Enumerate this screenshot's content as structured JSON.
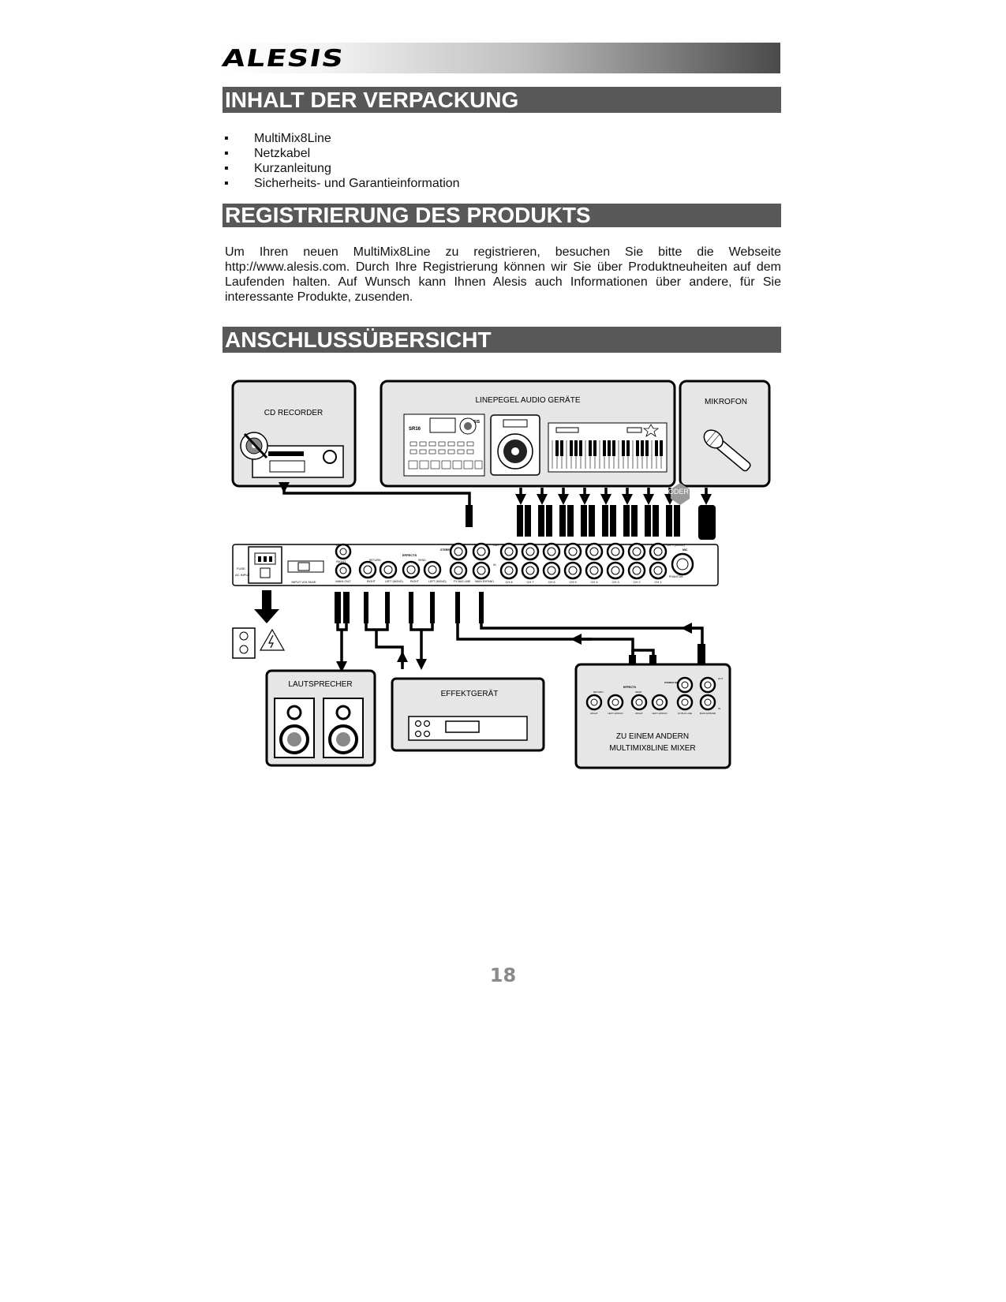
{
  "brand": {
    "logo_text": "ALESIS"
  },
  "sections": {
    "contents": {
      "heading": "INHALT DER VERPACKUNG",
      "items": [
        {
          "bullet": "▪",
          "text": "MultiMix8Line"
        },
        {
          "bullet": "▪",
          "text": "Netzkabel"
        },
        {
          "bullet": "▪",
          "text": "Kurzanleitung"
        },
        {
          "bullet": "▪",
          "text": "Sicherheits- und Garantieinformation"
        }
      ]
    },
    "registration": {
      "heading": "REGISTRIERUNG DES PRODUKTS",
      "text": "Um Ihren neuen MultiMix8Line zu registrieren, besuchen Sie bitte die Webseite http://www.alesis.com.  Durch Ihre Registrierung können wir Sie über Produktneuheiten auf dem Laufenden halten.  Auf Wunsch kann Ihnen Alesis auch Informationen über andere, für Sie interessante Produkte, zusenden."
    },
    "overview": {
      "heading": "ANSCHLUSSÜBERSICHT"
    }
  },
  "diagram": {
    "boxes": {
      "cd_recorder": "CD RECORDER",
      "line_devices": "LINEPEGEL AUDIO GERÄTE",
      "microphone": "MIKROFON",
      "speakers": "LAUTSPRECHER",
      "effects_unit": "EFFEKTGERÄT",
      "other_mixer_line1": "ZU EINEM ANDERN",
      "other_mixer_line2": "MULTIMIX8LINE MIXER"
    },
    "oder_label": "ODER",
    "drum_logo": "ALESIS",
    "drum_model": "SR16",
    "panel_labels": {
      "fuse": "FUSE",
      "ac_input": "AC INPUT",
      "input_voltage": "INPUT VOLTAGE",
      "main_out": "MAIN OUT",
      "effects": "EFFECTS",
      "return": "RETURN",
      "send": "SEND",
      "right_a": "RIGHT",
      "left_mono_a": "LEFT (MONO)",
      "right_b": "RIGHT",
      "left_mono_b": "LEFT (MONO)",
      "stereo_monitor": "STEREO MONITOR",
      "out": "OUT",
      "in": "IN",
      "fx_bus_line": "FX BUS LINE",
      "main_expand": "MAIN EXPAND",
      "left_top": "LEFT",
      "right_bottom": "RIGHT",
      "left_mono_ch1": "LEFT (MONO)",
      "mic": "MIC",
      "phantom": "PHANTOM",
      "channels": [
        "CH 8",
        "CH 7",
        "CH 6",
        "CH 5",
        "CH 4",
        "CH 3",
        "CH 2",
        "CH 1"
      ]
    },
    "mini_panel_labels": {
      "effects": "EFFECTS",
      "return": "RETURN",
      "send": "SEND",
      "stereo_monitor": "STEREO MONITOR",
      "out": "OUT",
      "in": "IN",
      "labels": [
        "RIGHT",
        "LEFT (MONO)",
        "RIGHT",
        "LEFT (MONO)",
        "FX BUS LINE",
        "MAIN EXPAND"
      ]
    }
  },
  "page_number": "18"
}
